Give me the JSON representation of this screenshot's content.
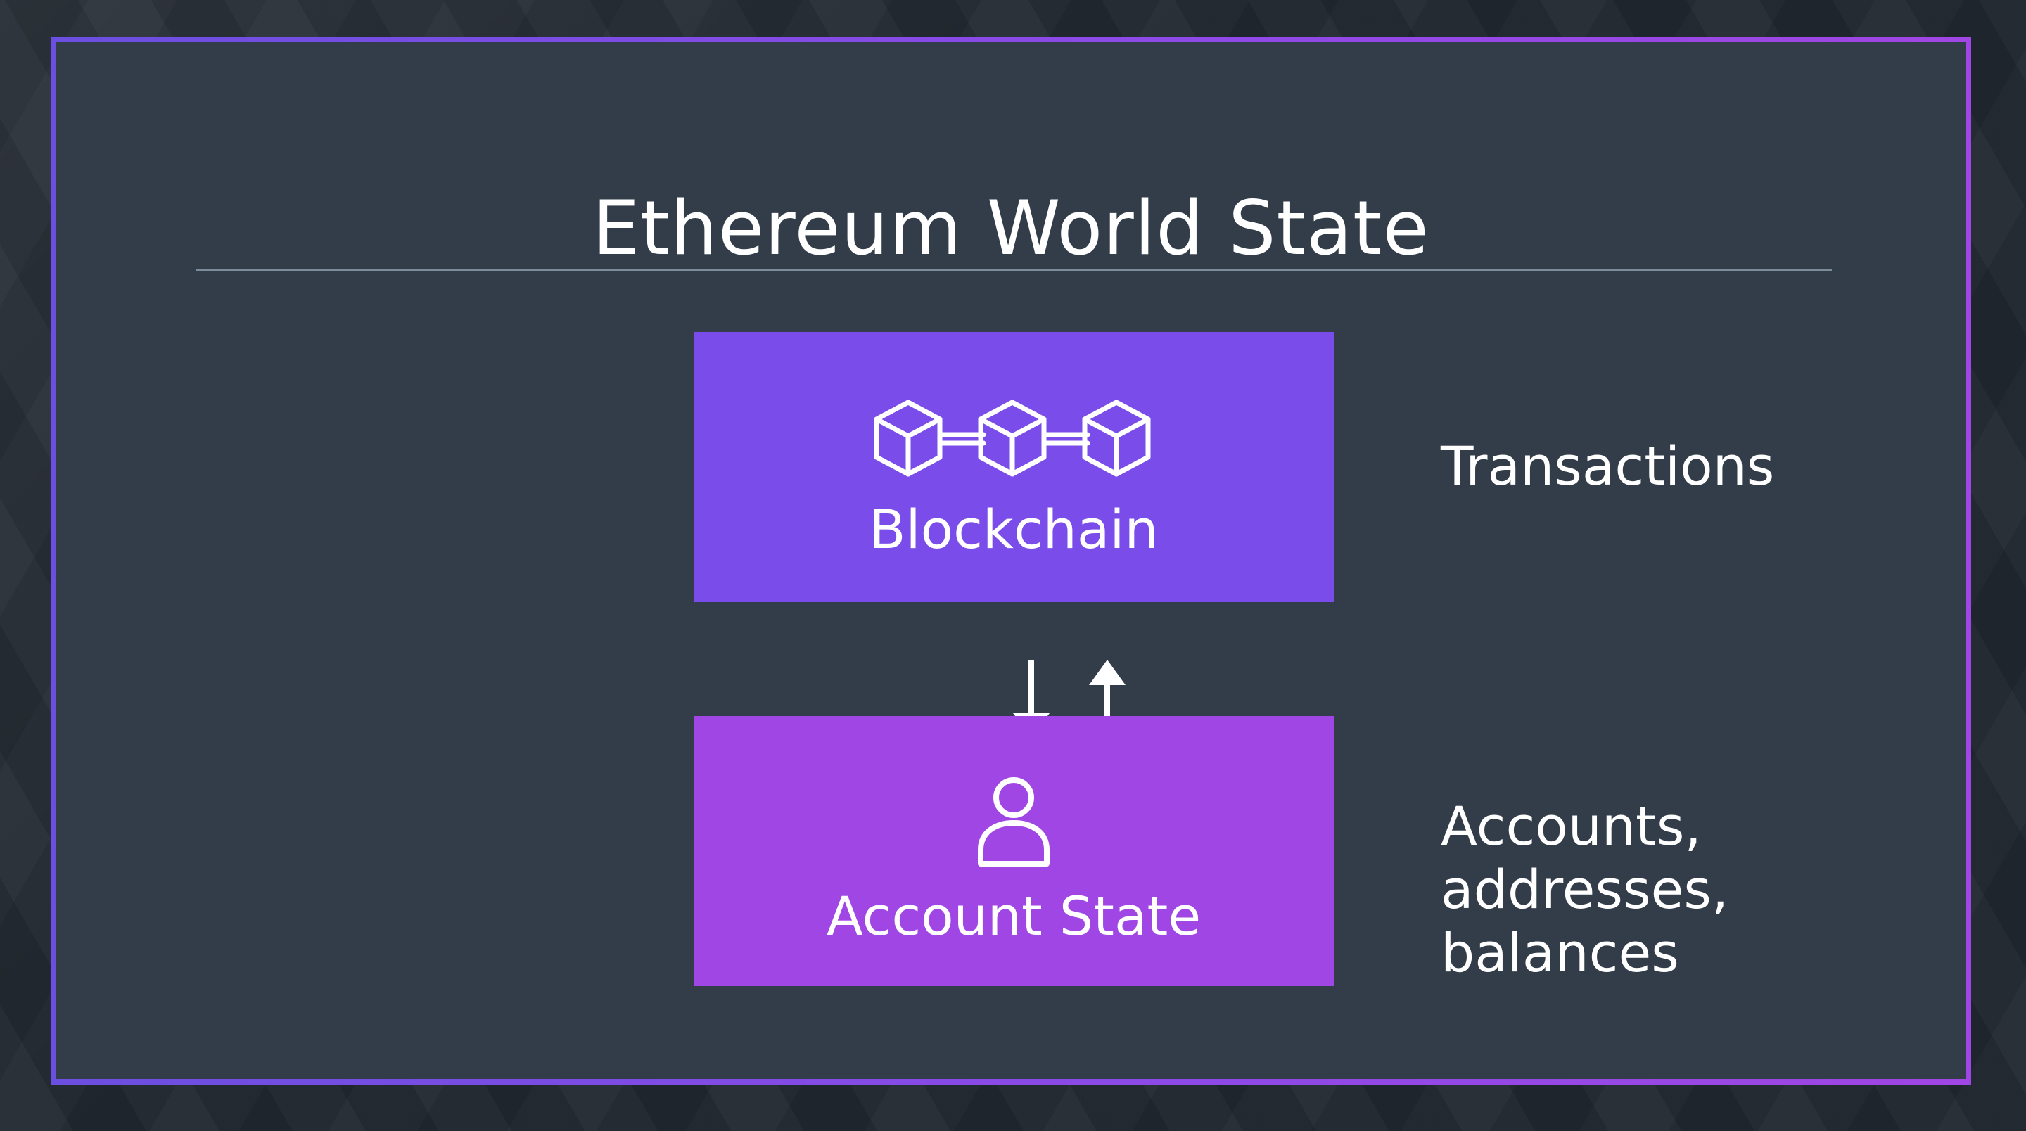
{
  "slide": {
    "title": "Ethereum World State"
  },
  "blockchain_box": {
    "label": "Blockchain",
    "color": "#7a4dea",
    "icon": "blockchain-cubes-icon",
    "side_text": "Transactions"
  },
  "account_box": {
    "label": "Account State",
    "color": "#a046e5",
    "icon": "person-icon",
    "side_lines": [
      "Accounts,",
      "addresses,",
      "balances"
    ]
  },
  "connector": {
    "icons": [
      "arrow-down-icon",
      "arrow-up-icon"
    ]
  },
  "colors": {
    "panel": "#323d49",
    "border_start": "#6b4fe0",
    "border_end": "#a046e4",
    "divider": "#7d8c9a",
    "text": "#ffffff"
  }
}
